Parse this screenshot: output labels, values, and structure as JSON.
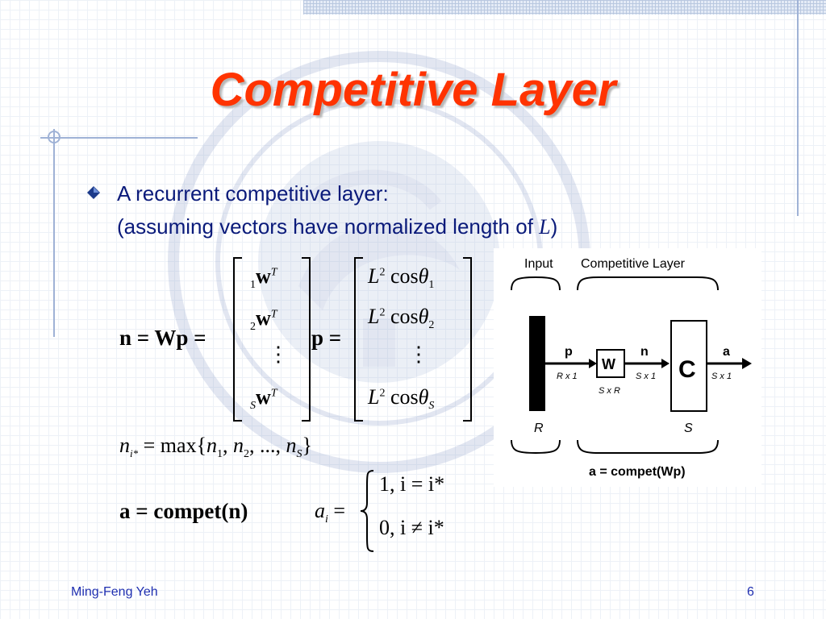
{
  "slide": {
    "title": "Competitive Layer",
    "bullet": {
      "line1": "A recurrent competitive layer:",
      "line2_prefix": "(assuming vectors have normalized length of ",
      "line2_var": "L",
      "line2_suffix": ")"
    },
    "footer": {
      "author": "Ming-Feng Yeh",
      "page": "6"
    }
  },
  "equations": {
    "n_wp": {
      "lhs": "n = Wp =",
      "p": "p ="
    },
    "weight_rows": [
      {
        "sub": "1",
        "vec": "w",
        "sup": "T"
      },
      {
        "sub": "2",
        "vec": "w",
        "sup": "T"
      },
      {
        "sub": "",
        "vec": "⋮",
        "sup": ""
      },
      {
        "sub": "S",
        "vec": "w",
        "sup": "T"
      }
    ],
    "result_rows": [
      {
        "L": "L",
        "sup": "2",
        "cos": "cos",
        "theta": "θ",
        "sub": "1"
      },
      {
        "L": "L",
        "sup": "2",
        "cos": "cos",
        "theta": "θ",
        "sub": "2"
      },
      {
        "L": "",
        "sup": "",
        "cos": "⋮",
        "theta": "",
        "sub": ""
      },
      {
        "L": "L",
        "sup": "2",
        "cos": "cos",
        "theta": "θ",
        "sub": "S"
      }
    ],
    "max_eq": {
      "lhs_var": "n",
      "lhs_sub": "i*",
      "rhs": "= max{",
      "terms": [
        {
          "v": "n",
          "s": "1"
        },
        {
          "v": "n",
          "s": "2"
        }
      ],
      "dots": ", ...,",
      "last": {
        "v": "n",
        "s": "S"
      },
      "close": "}"
    },
    "compet_eq": {
      "text": "a = compet(n)"
    },
    "piecewise": {
      "lhs_var": "a",
      "lhs_sub": "i",
      "eq": "=",
      "case1": "1, i = i*",
      "case2": "0, i ≠ i*"
    }
  },
  "diagram": {
    "input_label": "Input",
    "layer_label": "Competitive Layer",
    "p_label": "p",
    "p_dim": "R x 1",
    "w_label": "W",
    "w_dim": "S x R",
    "n_label": "n",
    "n_dim": "S x 1",
    "c_label": "C",
    "a_label": "a",
    "a_dim": "S x 1",
    "r_label": "R",
    "s_label": "S",
    "caption": "a = compet(Wp)"
  },
  "colors": {
    "title": "#ff3300",
    "bullet_text": "#0a1a7a",
    "footer_text": "#1f2fb0"
  }
}
